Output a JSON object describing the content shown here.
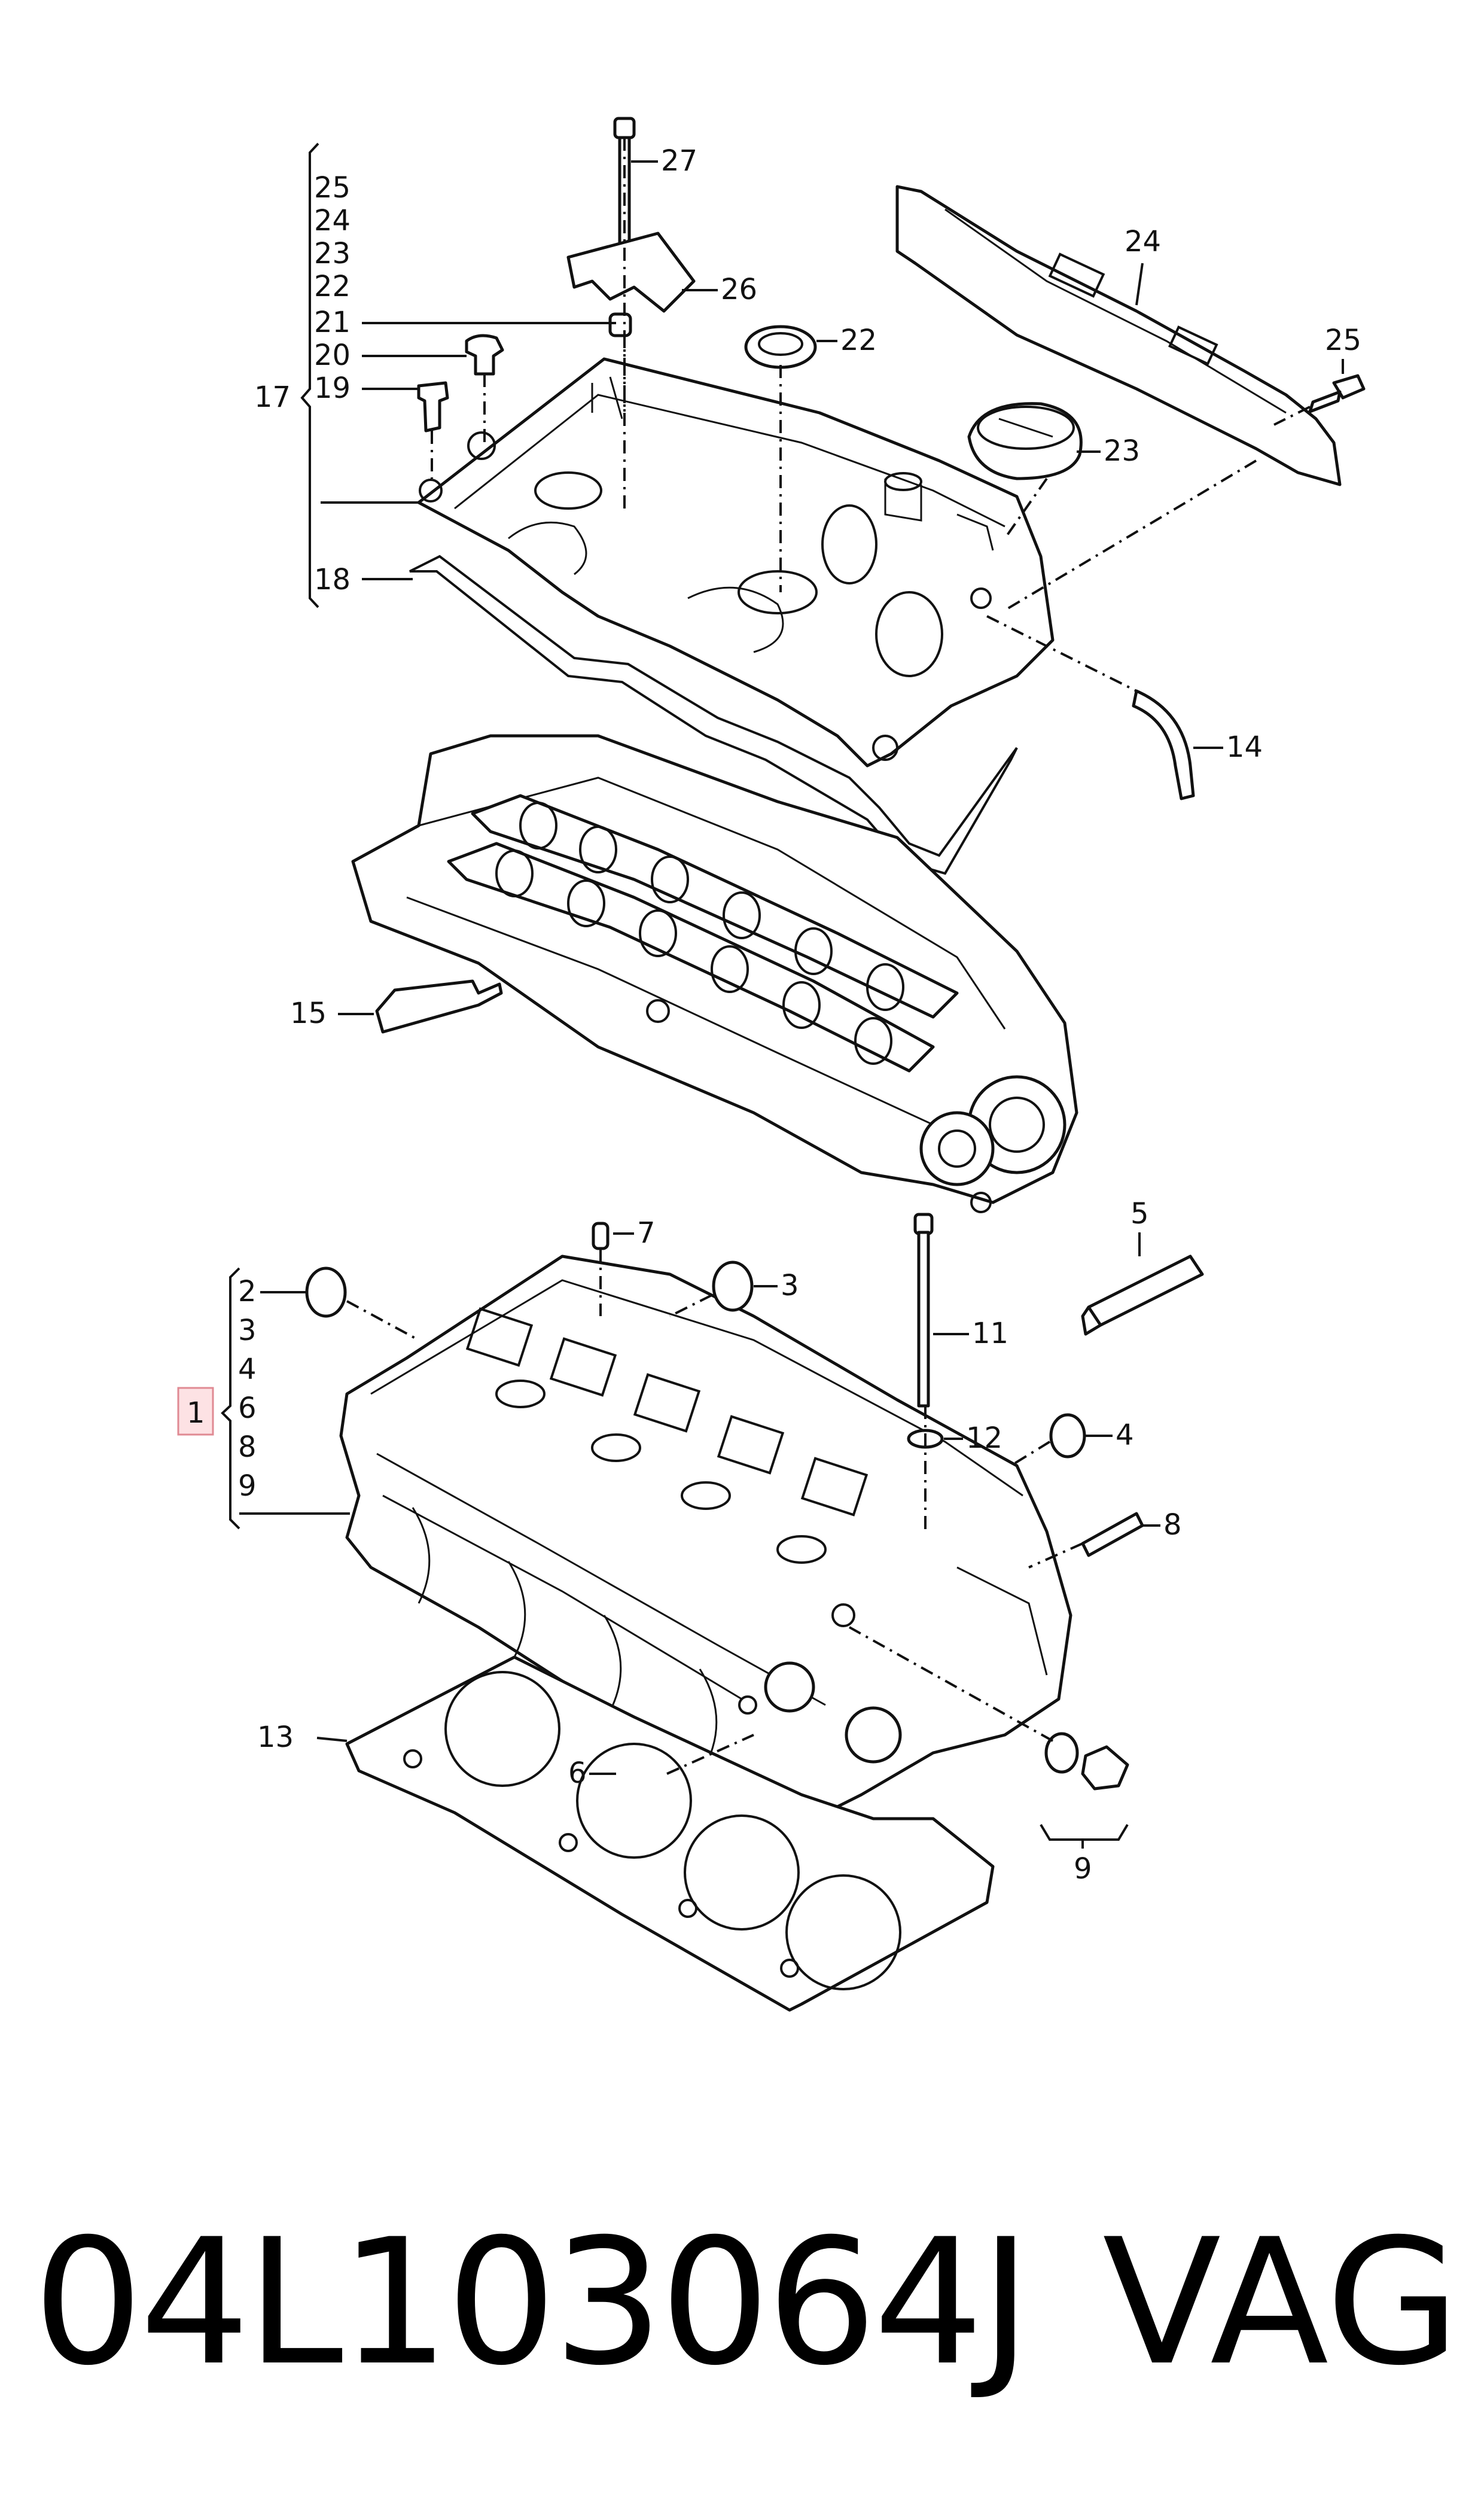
{
  "callouts": {
    "c1": "1",
    "c2": "2",
    "c3": "3",
    "c3b": "3",
    "c4": "4",
    "c4b": "4",
    "c5": "5",
    "c6": "6",
    "c6b": "6",
    "c7": "7",
    "c8": "8",
    "c8b": "8",
    "c9": "9",
    "c9b": "9",
    "c11": "11",
    "c12": "12",
    "c13": "13",
    "c14": "14",
    "c15": "15",
    "c17": "17",
    "c18": "18",
    "c19": "19",
    "c20": "20",
    "c21": "21",
    "c22": "22",
    "c22b": "22",
    "c23": "23",
    "c23b": "23",
    "c24": "24",
    "c24b": "24",
    "c25": "25",
    "c25b": "25",
    "c26": "26",
    "c27": "27"
  },
  "footer": {
    "part_number": "04L103064J",
    "brand": "VAG"
  },
  "colors": {
    "line": "#111111",
    "highlight_fill": "#fde2e4",
    "highlight_border": "#e08a93"
  }
}
